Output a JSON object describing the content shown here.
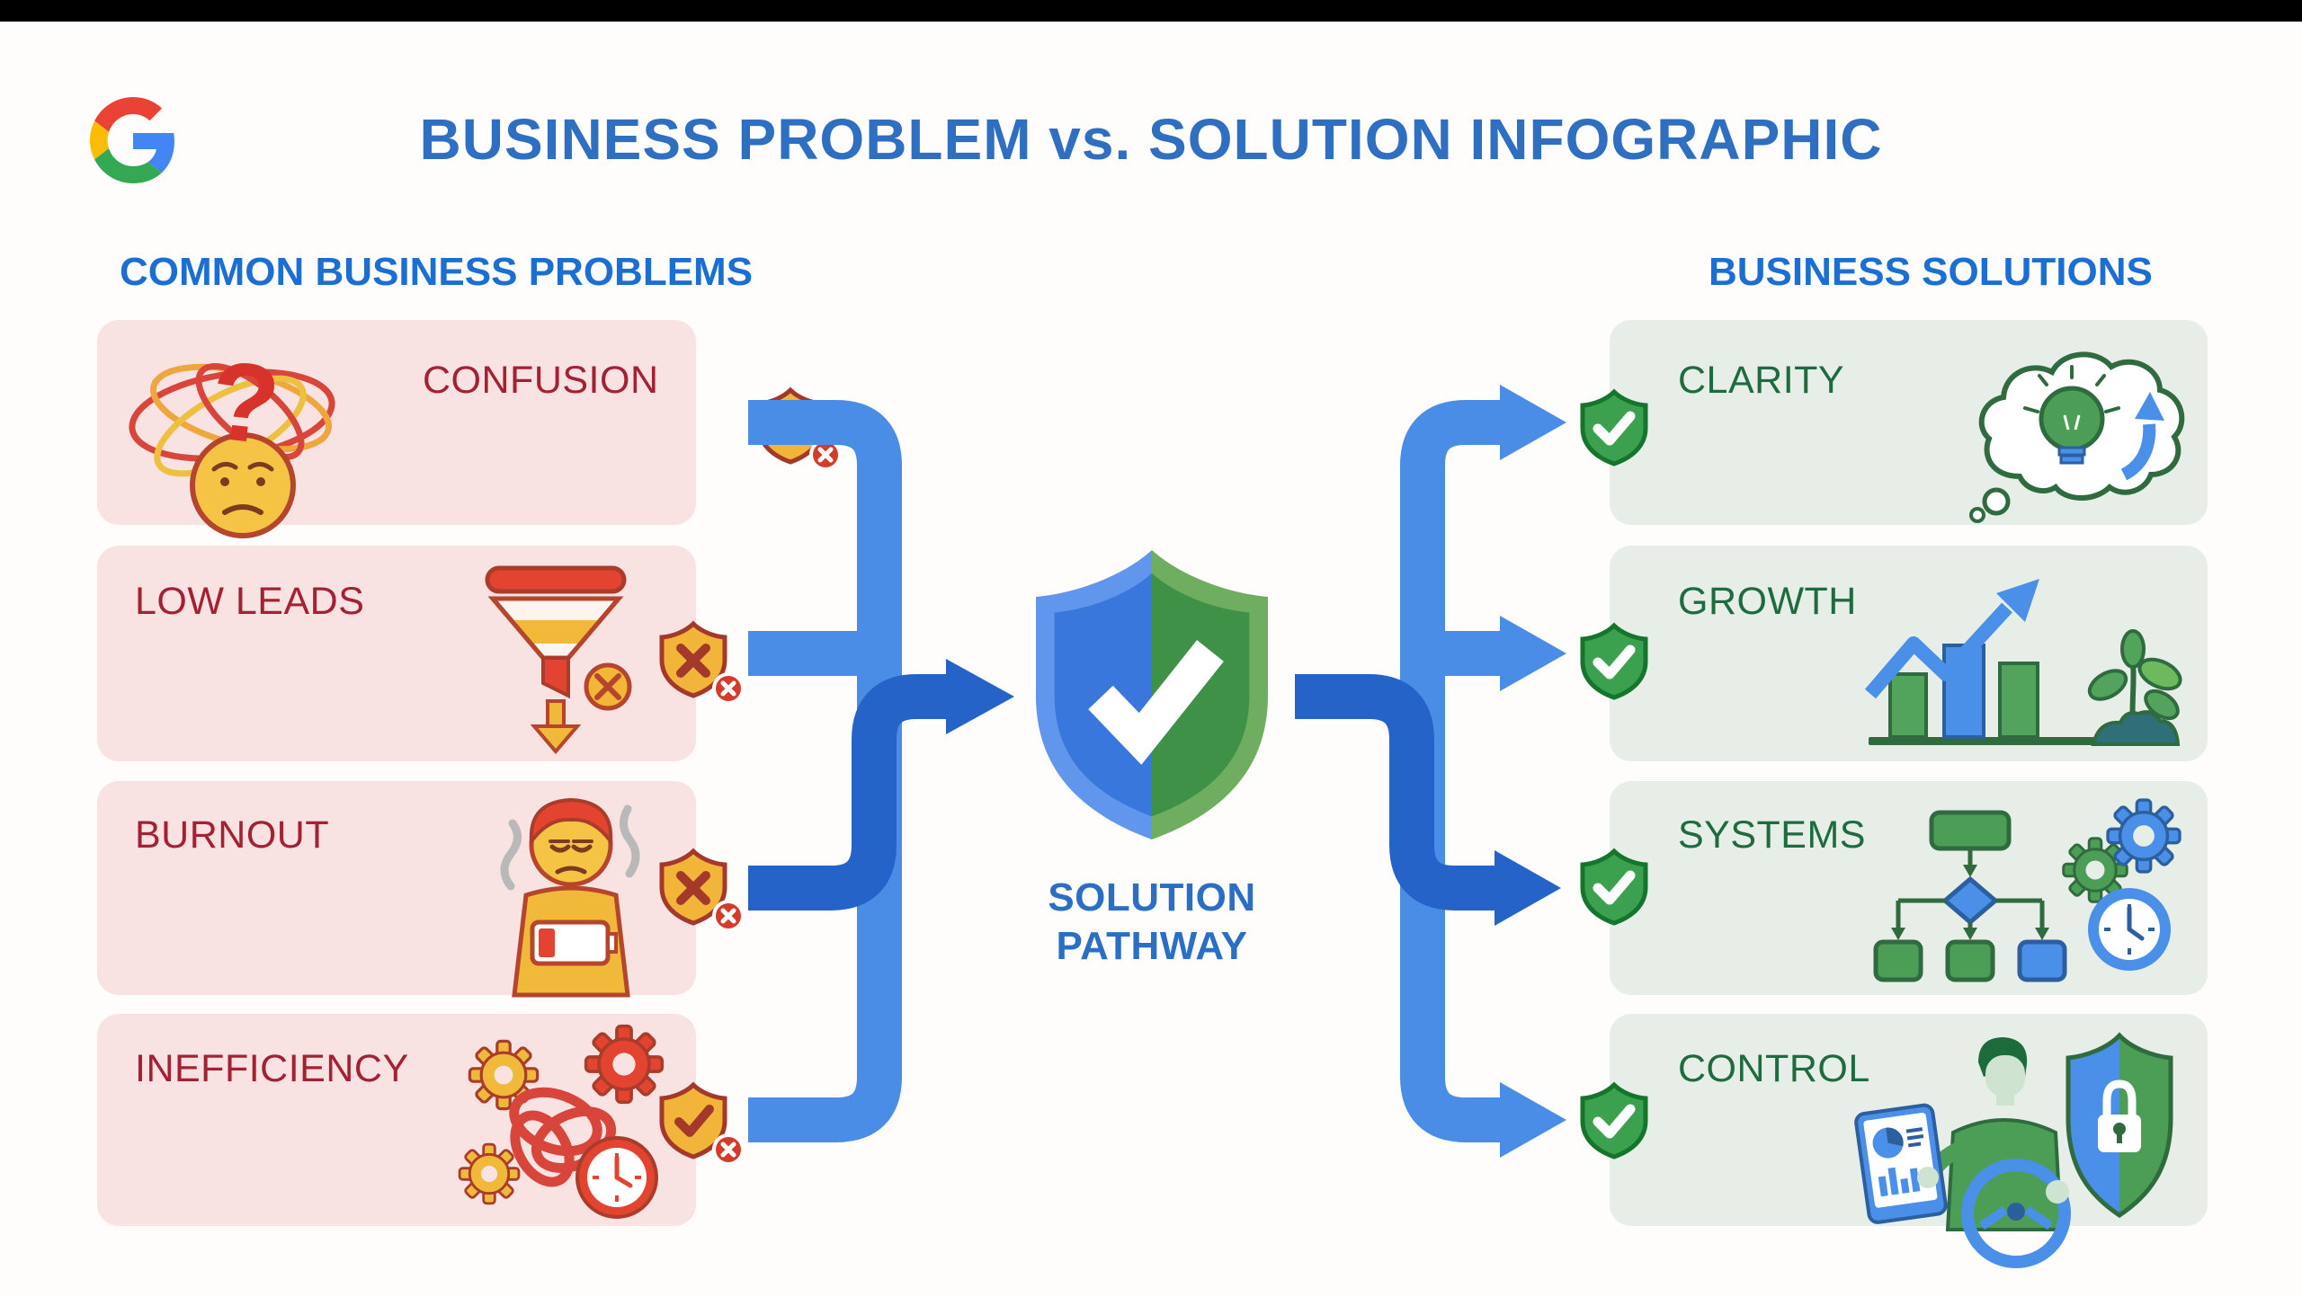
{
  "window": {
    "top_bar_color": "#000000",
    "background_color": "#fefdfc"
  },
  "header": {
    "logo": "google-g-logo",
    "title": "BUSINESS PROBLEM vs. SOLUTION INFOGRAPHIC",
    "title_color": "#2e6fc2"
  },
  "problems": {
    "heading": "COMMON BUSINESS PROBLEMS",
    "heading_color": "#1b6fd2",
    "card_color": "#f8e3e2",
    "label_color": "#a32133",
    "items": [
      {
        "label": "CONFUSION",
        "icon": "confused-head-scribbles-icon",
        "badge": "yellow-shield-x-badge"
      },
      {
        "label": "LOW LEADS",
        "icon": "empty-funnel-icon",
        "badge": "yellow-shield-x-badge"
      },
      {
        "label": "BURNOUT",
        "icon": "exhausted-person-low-battery-icon",
        "badge": "yellow-shield-x-badge"
      },
      {
        "label": "INEFFICIENCY",
        "icon": "tangled-gears-clock-icon",
        "badge": "yellow-shield-check-x-badge"
      }
    ]
  },
  "solutions": {
    "heading": "BUSINESS SOLUTIONS",
    "heading_color": "#1b6fd2",
    "card_color": "#e6eee7",
    "label_color": "#1e6b40",
    "items": [
      {
        "label": "CLARITY",
        "icon": "idea-cloud-lightbulb-icon",
        "badge": "green-shield-check-badge"
      },
      {
        "label": "GROWTH",
        "icon": "rising-chart-plant-icon",
        "badge": "green-shield-check-badge"
      },
      {
        "label": "SYSTEMS",
        "icon": "flowchart-gears-clock-icon",
        "badge": "green-shield-check-badge"
      },
      {
        "label": "CONTROL",
        "icon": "person-dashboard-lock-shield-icon",
        "badge": "green-shield-check-badge"
      }
    ]
  },
  "center": {
    "icon": "blue-green-shield-check-icon",
    "label_line1": "SOLUTION",
    "label_line2": "PATHWAY",
    "label_color": "#2b6fc4"
  },
  "flow": {
    "arrow_light_color": "#4a8de6",
    "arrow_dark_color": "#2563c9"
  }
}
